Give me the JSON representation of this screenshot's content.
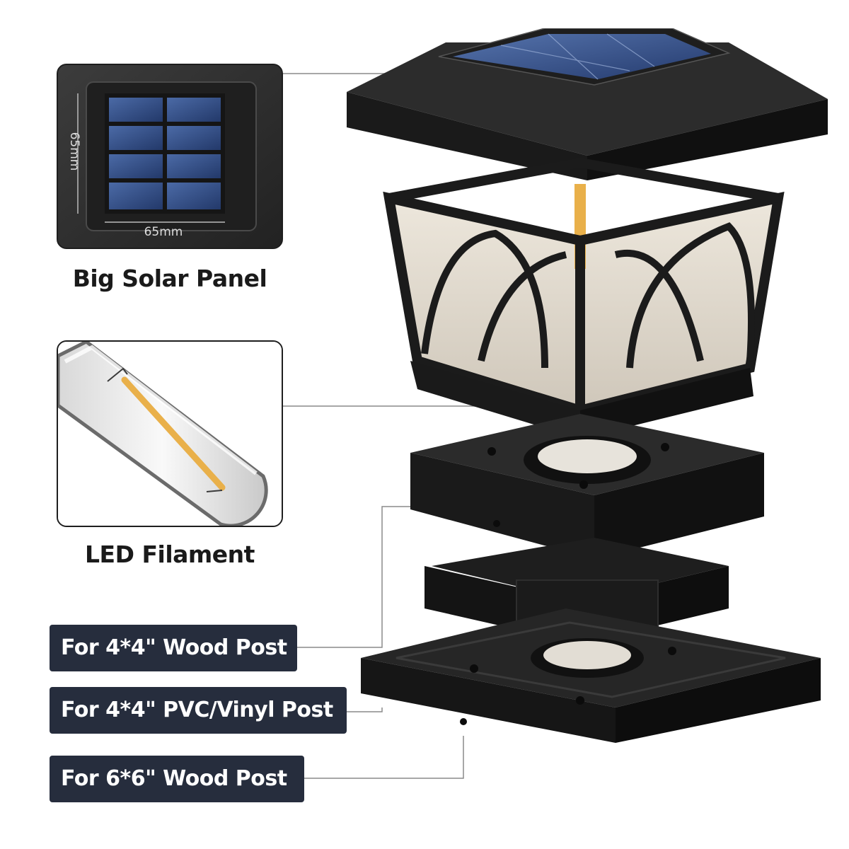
{
  "solar_panel": {
    "caption": "Big Solar Panel",
    "width_label": "65mm",
    "height_label": "65mm"
  },
  "filament": {
    "caption": "LED Filament"
  },
  "post_labels": [
    "For 4*4\" Wood Post",
    "For 4*4\" PVC/Vinyl Post",
    "For 6*6\" Wood Post"
  ],
  "colors": {
    "label_background": "#262d3d",
    "label_text": "#ffffff",
    "lamp_body": "#1c1c1c",
    "solar_cell": "#2f4e86",
    "filament_glow": "#e9b04a",
    "leader_line": "#8a8a8a"
  },
  "icons": {
    "lamp": "exploded-solar-post-lamp",
    "panel": "solar-panel-icon",
    "bulb": "filament-bulb-icon"
  }
}
